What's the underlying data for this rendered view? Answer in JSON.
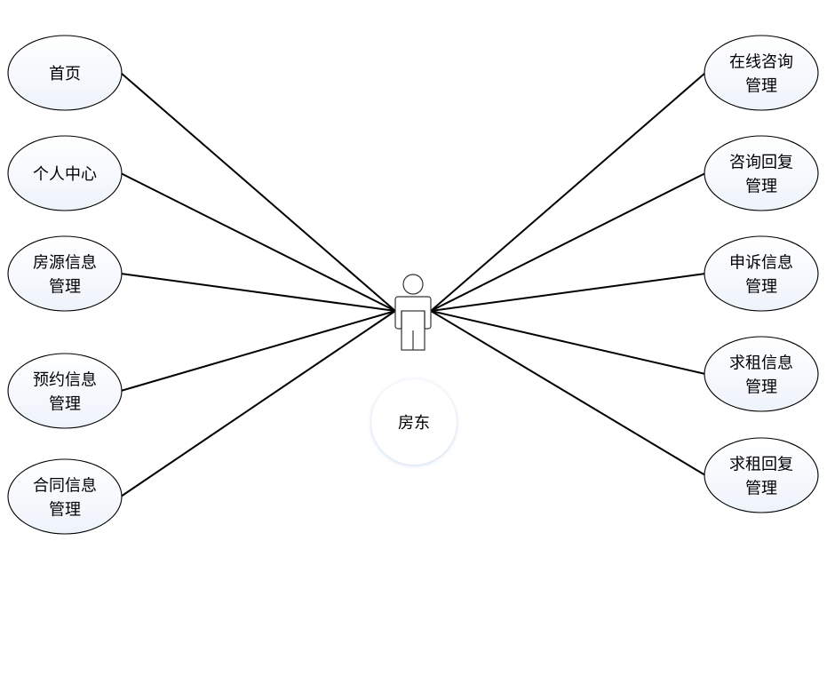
{
  "actor": {
    "label": "房东",
    "icon": "person-icon"
  },
  "use_cases_left": [
    {
      "id": "home",
      "lines": [
        "首页"
      ]
    },
    {
      "id": "personal-center",
      "lines": [
        "个人中心"
      ]
    },
    {
      "id": "listing-info-mgmt",
      "lines": [
        "房源信息",
        "管理"
      ]
    },
    {
      "id": "booking-info-mgmt",
      "lines": [
        "预约信息",
        "管理"
      ]
    },
    {
      "id": "contract-info-mgmt",
      "lines": [
        "合同信息",
        "管理"
      ]
    }
  ],
  "use_cases_right": [
    {
      "id": "online-consult-mgmt",
      "lines": [
        "在线咨询",
        "管理"
      ]
    },
    {
      "id": "consult-reply-mgmt",
      "lines": [
        "咨询回复",
        "管理"
      ]
    },
    {
      "id": "complaint-info-mgmt",
      "lines": [
        "申诉信息",
        "管理"
      ]
    },
    {
      "id": "rental-request-info-mgmt",
      "lines": [
        "求租信息",
        "管理"
      ]
    },
    {
      "id": "rental-request-reply-mgmt",
      "lines": [
        "求租回复",
        "管理"
      ]
    }
  ],
  "colors": {
    "ellipse_fill_top": "#ffffff",
    "ellipse_fill_bottom": "#eef3fb",
    "actor_glow": "#d6e3f3",
    "stroke": "#000000"
  }
}
